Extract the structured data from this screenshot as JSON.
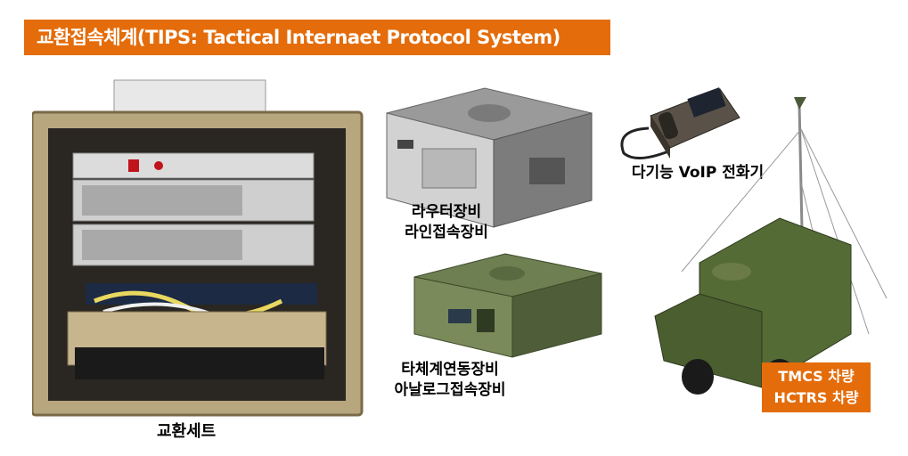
{
  "title": "교환접속체계(TIPS: Tactical Internaet Protocol System)",
  "labels": {
    "switch_set": "교환세트",
    "router_line1": "라우터장비",
    "router_line2": "라인접속장비",
    "gateway_line1": "타체계연동장비",
    "gateway_line2": "아날로그접속장비",
    "voip_phone": "다기능 VoIP 전화기",
    "vehicle_line1": "TMCS 차량",
    "vehicle_line2": "HCTRS 차량"
  },
  "colors": {
    "accent": "#e46c0a",
    "rack_case": "#b5a27a",
    "camo_green": "#5a6b3a"
  }
}
